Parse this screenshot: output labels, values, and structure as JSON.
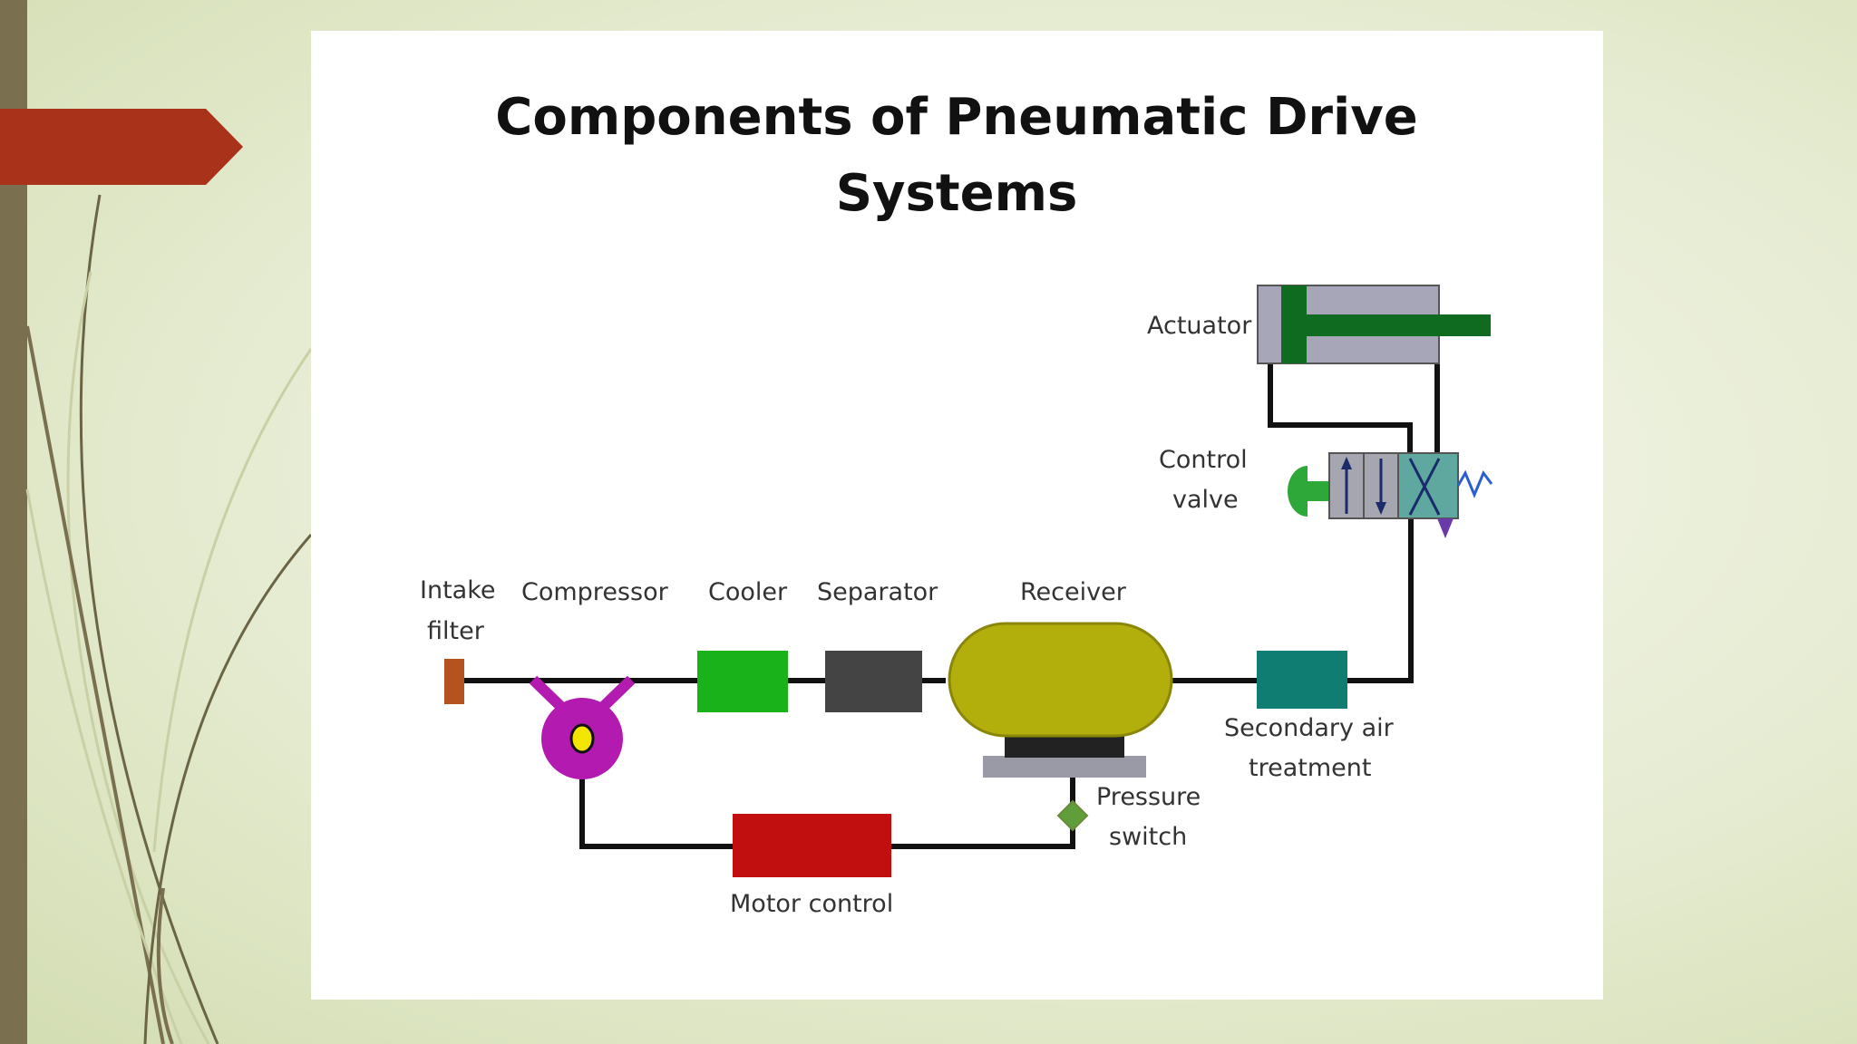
{
  "title_lines": [
    "Components of Pneumatic Drive",
    "Systems"
  ],
  "labels": {
    "intake_filter": [
      "Intake",
      "filter"
    ],
    "compressor": "Compressor",
    "cooler": "Cooler",
    "separator": "Separator",
    "receiver": "Receiver",
    "secondary_air": [
      "Secondary air",
      "treatment"
    ],
    "pressure_switch": [
      "Pressure",
      "switch"
    ],
    "motor_control": "Motor control",
    "control_valve": [
      "Control",
      "valve"
    ],
    "actuator": "Actuator"
  },
  "colors": {
    "accent_arrow": "#a8321a",
    "side_bar": "#7a7050",
    "intake_filter": "#b5531f",
    "compressor": "#b21ab0",
    "compressor_core": "#f2e600",
    "cooler": "#19b21b",
    "separator": "#444444",
    "receiver": "#b2ae0c",
    "receiver_base": "#222222",
    "receiver_plate": "#999aa6",
    "secondary_air": "#0f7d72",
    "pressure_switch": "#5f9e3a",
    "motor_control": "#c10f0f",
    "valve_body": "#a6a6b0",
    "valve_right": "#5ea8a0",
    "valve_knob": "#2fa83a",
    "actuator_body": "#a6a6b8",
    "actuator_rod": "#0f6b20",
    "valve_triangle": "#6a3aa8",
    "spring": "#2a5fd0"
  }
}
